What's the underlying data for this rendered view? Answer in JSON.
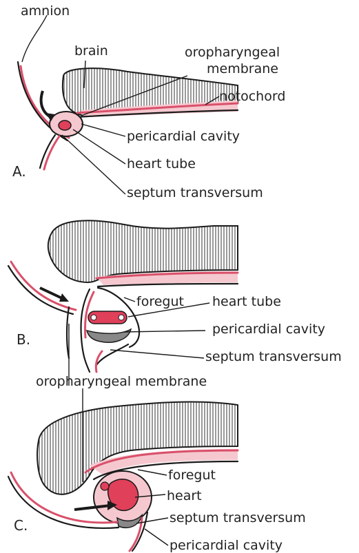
{
  "panelA": {
    "letter": "A.",
    "labels": {
      "amnion": "amnion",
      "brain": "brain",
      "oropharyngeal_line1": "oropharyngeal",
      "oropharyngeal_line2": "membrane",
      "notochord": "notochord",
      "pericardial_cavity": "pericardial cavity",
      "heart_tube": "heart tube",
      "septum_transversum": "septum transversum"
    }
  },
  "panelB": {
    "letter": "B.",
    "labels": {
      "foregut": "foregut",
      "heart_tube": "heart tube",
      "pericardial_cavity": "pericardial cavity",
      "septum_transversum": "septum transversum"
    }
  },
  "panelC": {
    "letter": "C.",
    "labels": {
      "oropharyngeal_membrane": "oropharyngeal membrane",
      "foregut": "foregut",
      "heart": "heart",
      "septum_transversum": "septum transversum",
      "pericardial_cavity": "pericardial cavity"
    }
  },
  "colors": {
    "tissue_pink": "#d9506a",
    "heart_red": "#e0405a",
    "light_pink": "#f5c8cf",
    "outline": "#1a1a1a"
  }
}
